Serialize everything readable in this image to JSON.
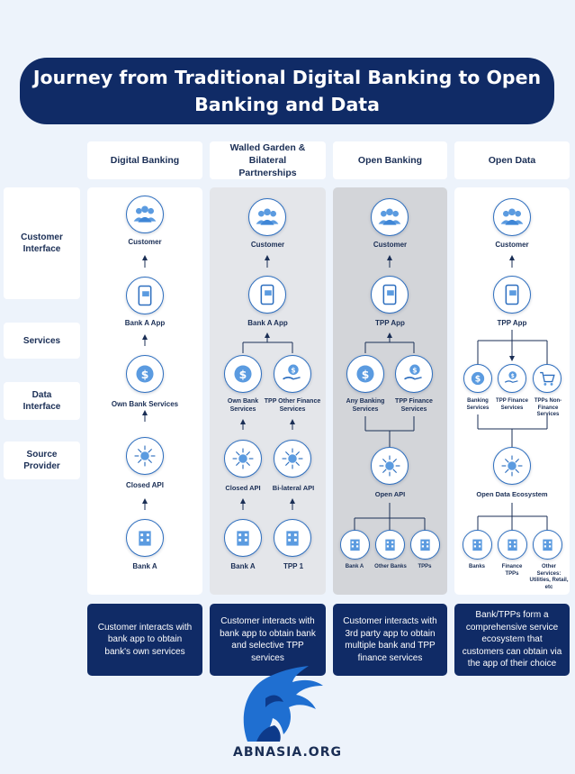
{
  "title": "Journey from Traditional Digital Banking to Open Banking and Data",
  "columns": [
    {
      "header": "Digital Banking",
      "description": "Customer interacts with bank app to obtain bank's own services"
    },
    {
      "header": "Walled Garden & Bilateral Partnerships",
      "description": "Customer interacts with bank app to obtain bank and selective TPP services"
    },
    {
      "header": "Open Banking",
      "description": "Customer interacts with 3rd party app to obtain multiple bank and TPP finance services"
    },
    {
      "header": "Open Data",
      "description": "Bank/TPPs form a comprehensive service ecosystem that customers can obtain via the app of their choice"
    }
  ],
  "row_labels": {
    "customer_interface": "Customer Interface",
    "services": "Services",
    "data_interface": "Data Interface",
    "source_provider": "Source Provider"
  },
  "nodes": {
    "c1": {
      "customer": "Customer",
      "app": "Bank A App",
      "services": "Own Bank Services",
      "api": "Closed API",
      "source": "Bank A"
    },
    "c2": {
      "customer": "Customer",
      "app": "Bank A App",
      "service1": "Own Bank Services",
      "service2": "TPP Other Finance Services",
      "api1": "Closed API",
      "api2": "Bi-lateral API",
      "source1": "Bank A",
      "source2": "TPP 1"
    },
    "c3": {
      "customer": "Customer",
      "app": "TPP App",
      "service1": "Any Banking Services",
      "service2": "TPP Finance Services",
      "api": "Open API",
      "source1": "Bank A",
      "source2": "Other Banks",
      "source3": "TPPs"
    },
    "c4": {
      "customer": "Customer",
      "app": "TPP App",
      "service1": "Banking Services",
      "service2": "TPP Finance Services",
      "service3": "TPPs Non-Finance Services",
      "api": "Open Data Ecosystem",
      "source1": "Banks",
      "source2": "Finance TPPs",
      "source3": "Other Services: Utilities, Retail, etc"
    }
  },
  "logo": {
    "text": "ABNASIA.ORG"
  },
  "colors": {
    "navy": "#102b66",
    "accent": "#2e6fbf",
    "background": "#edf3fb"
  }
}
